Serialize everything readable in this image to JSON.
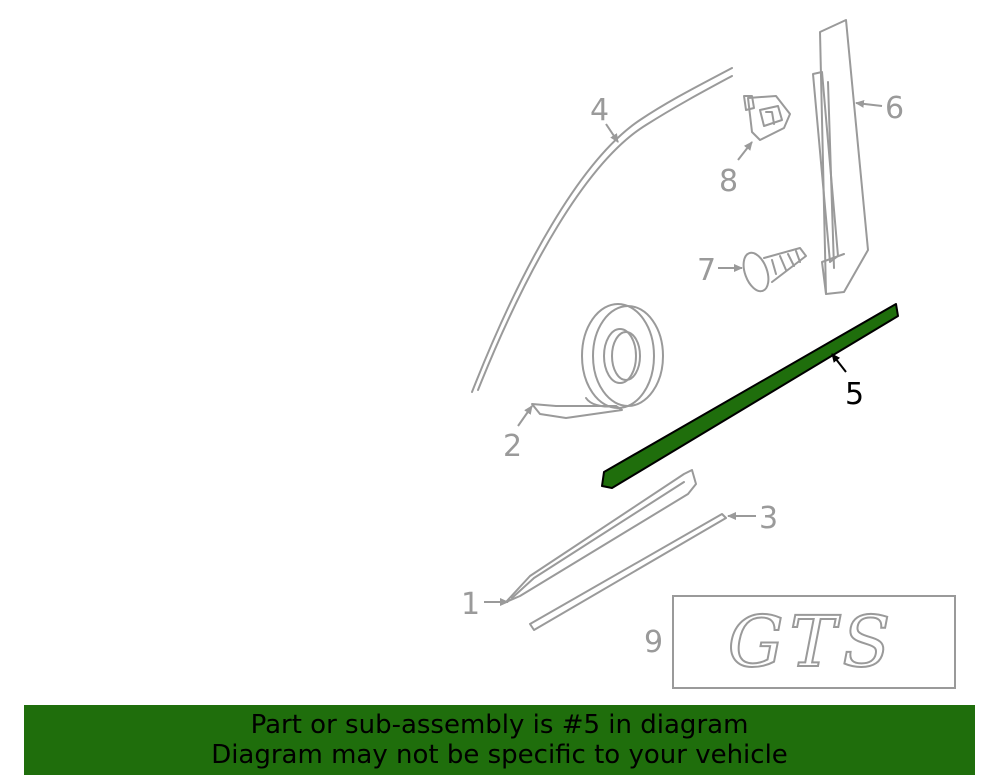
{
  "diagram": {
    "callouts": [
      "1",
      "2",
      "3",
      "4",
      "5",
      "6",
      "7",
      "8",
      "9"
    ],
    "highlighted_part": "5",
    "highlight_color": "#1f6e0c",
    "line_color": "#9a9a9a",
    "badge_text": "GTS"
  },
  "banner": {
    "line1": "Part or sub-assembly is #5 in diagram",
    "line2": "Diagram may not be specific to your vehicle",
    "background": "#1f6e0c"
  }
}
